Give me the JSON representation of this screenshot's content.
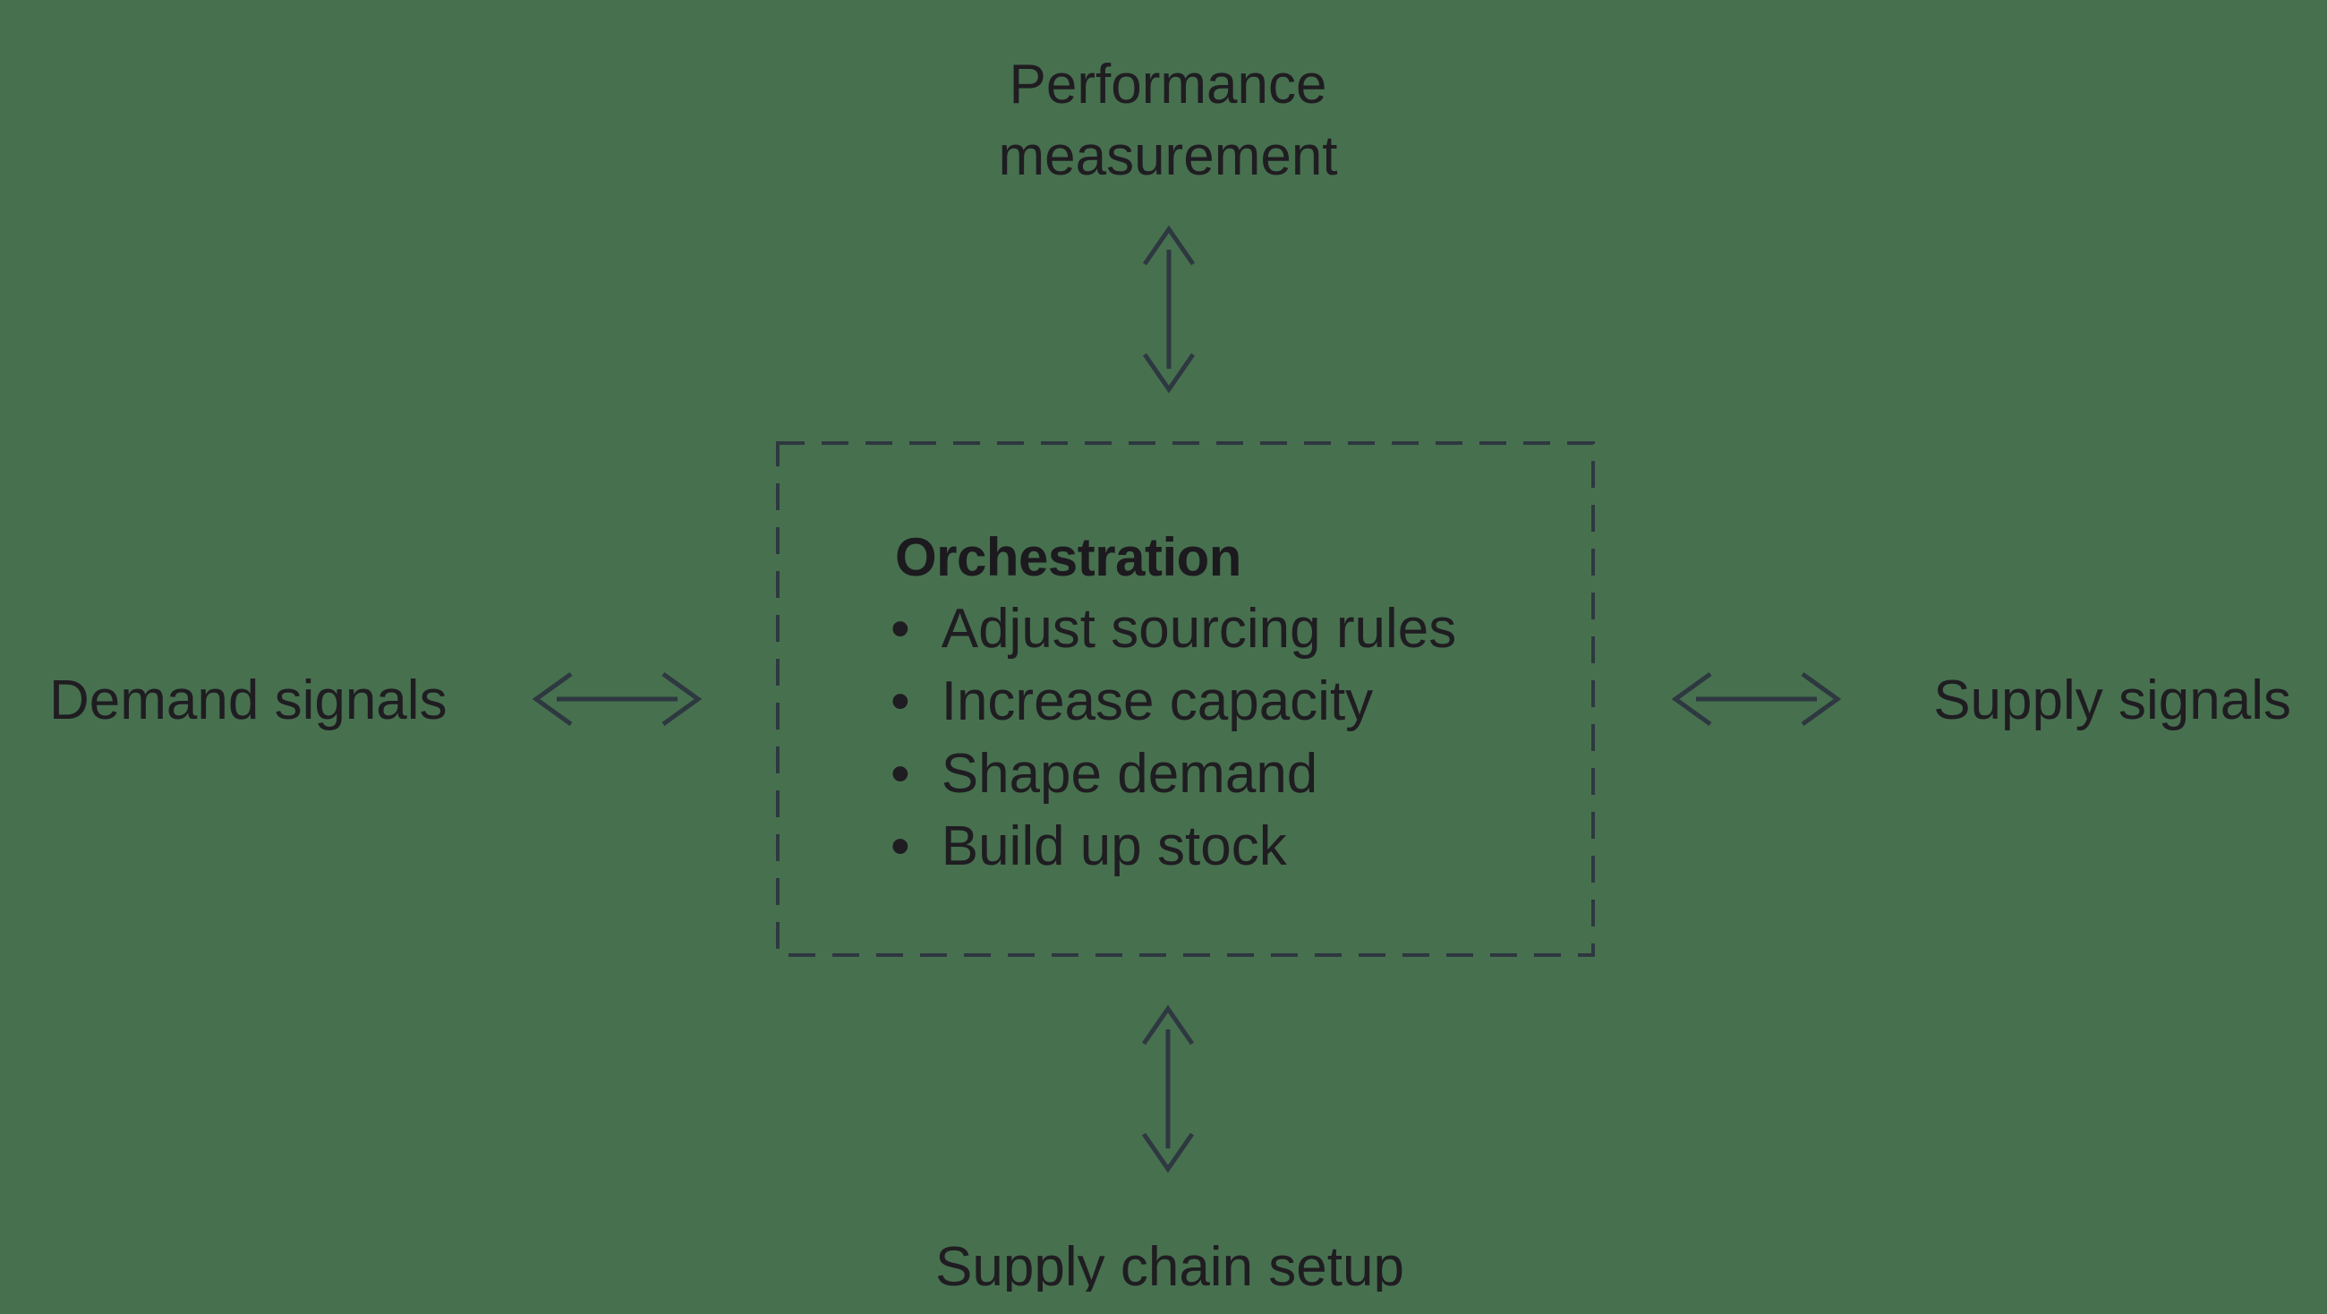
{
  "palette": {
    "bg": "#47704F",
    "ink": "#1F1D21",
    "line": "#2E3840"
  },
  "diagram": {
    "top": {
      "line1": "Performance",
      "line2": "measurement"
    },
    "left": {
      "label": "Demand signals"
    },
    "right": {
      "label": "Supply signals"
    },
    "bottom": {
      "label": "Supply chain setup"
    },
    "center": {
      "title": "Orchestration",
      "bullet_char": "•",
      "bullets": [
        "Adjust sourcing rules",
        "Increase capacity",
        "Shape demand",
        "Build up stock"
      ]
    }
  }
}
